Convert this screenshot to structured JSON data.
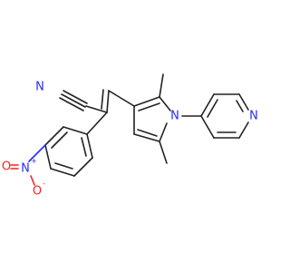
{
  "molecule": {
    "atoms": {
      "nitrile_n": "N",
      "pyrrole_n": "N",
      "pyridine_n": "N",
      "nitro_n": "N",
      "nitro_n_charge": "+",
      "nitro_o_double": "O",
      "nitro_o_single": "O",
      "nitro_o_charge": "-"
    }
  },
  "colors": {
    "carbon_bond": "#222222",
    "nitrogen": "#2a2aff",
    "oxygen": "#ff1f1f",
    "background": "#ffffff"
  }
}
